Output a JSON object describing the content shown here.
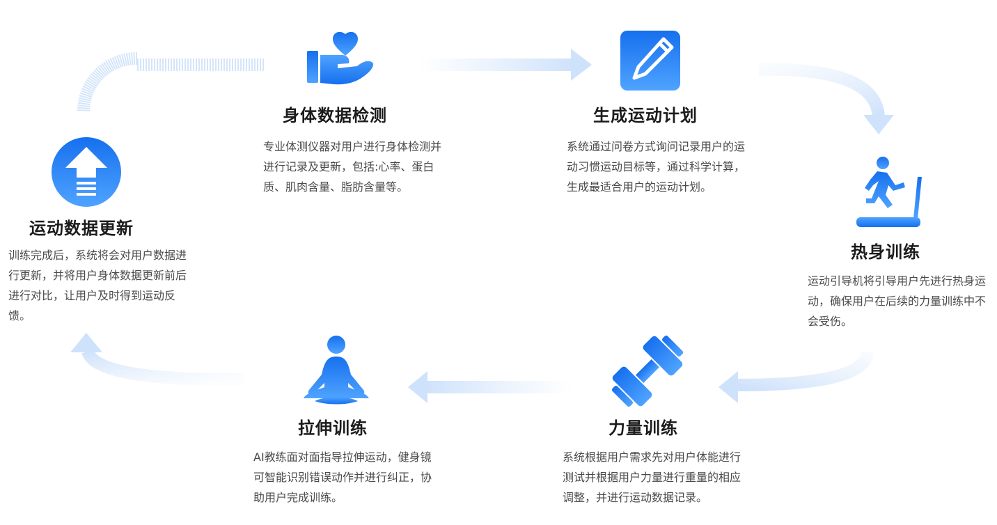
{
  "colors": {
    "primary": "#1f78f0",
    "primary_light": "#5aa9ff",
    "arrow_light": "#d8e8fc",
    "title": "#1b1b1b",
    "text": "#4a4a4a"
  },
  "steps": [
    {
      "id": "body-check",
      "icon": "hand-heart-icon",
      "title": "身体数据检测",
      "desc": "专业体测仪器对用户进行身体检测并进行记录及更新，包括:心率、蛋白质、肌肉含量、脂肪含量等。"
    },
    {
      "id": "plan",
      "icon": "edit-pencil-icon",
      "title": "生成运动计划",
      "desc": "系统通过问卷方式询问记录用户的运动习惯运动目标等，通过科学计算，生成最适合用户的运动计划。"
    },
    {
      "id": "warmup",
      "icon": "treadmill-runner-icon",
      "title": "热身训练",
      "desc": "运动引导机将引导用户先进行热身运动，确保用户在后续的力量训练中不会受伤。"
    },
    {
      "id": "strength",
      "icon": "dumbbell-icon",
      "title": "力量训练",
      "desc": "系统根据用户需求先对用户体能进行测试并根据用户力量进行重量的相应调整，并进行运动数据记录。"
    },
    {
      "id": "stretch",
      "icon": "meditation-icon",
      "title": "拉伸训练",
      "desc": "AI教练面对面指导拉伸运动，健身镜可智能识别错误动作并进行纠正，协助用户完成训练。"
    },
    {
      "id": "update",
      "icon": "upload-arrow-icon",
      "title": "运动数据更新",
      "desc": "训练完成后，系统将会对用户数据进行更新，并将用户身体数据更新前后进行对比，让用户及时得到运动反馈。"
    }
  ]
}
